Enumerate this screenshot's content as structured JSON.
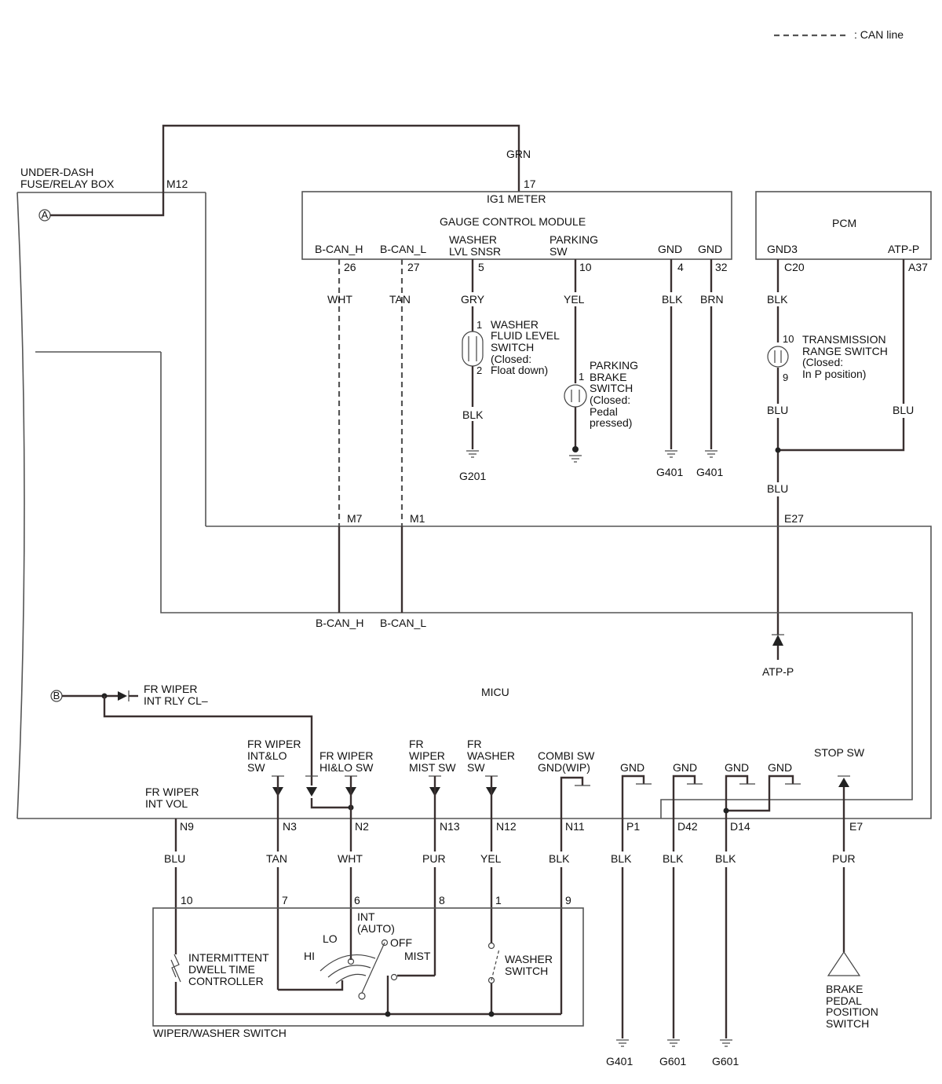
{
  "legend": {
    "can_line": ": CAN line"
  },
  "under_dash": {
    "line1": "UNDER-DASH",
    "line2": "FUSE/RELAY BOX",
    "conn": "M12",
    "terminal_a": "A",
    "terminal_b": "B"
  },
  "gauge": {
    "ig1_pin": "17",
    "ig1_wire": "GRN",
    "ig1_label": "IG1 METER",
    "title": "GAUGE CONTROL MODULE",
    "bcanh": "B-CAN_H",
    "bcanl": "B-CAN_L",
    "washer1": "WASHER",
    "washer2": "LVL SNSR",
    "park1": "PARKING",
    "park2": "SW",
    "gnd_a": "GND",
    "gnd_b": "GND",
    "pins": [
      "26",
      "27",
      "5",
      "10",
      "4",
      "32"
    ],
    "wires": [
      "WHT",
      "TAN",
      "GRY",
      "YEL",
      "BLK",
      "BRN"
    ]
  },
  "washer_fluid": {
    "pin1": "1",
    "pin2": "2",
    "l1": "WASHER",
    "l2": "FLUID LEVEL",
    "l3": "SWITCH",
    "l4": "(Closed:",
    "l5": "Float down)",
    "wire": "BLK",
    "ground": "G201"
  },
  "parking_brake": {
    "pin": "1",
    "l1": "PARKING",
    "l2": "BRAKE",
    "l3": "SWITCH",
    "l4": "(Closed:",
    "l5": "Pedal",
    "l6": "pressed)"
  },
  "gauge_grounds": [
    "G401",
    "G401"
  ],
  "pcm": {
    "title": "PCM",
    "gnd3": "GND3",
    "atpp": "ATP-P",
    "c20": "C20",
    "a37": "A37",
    "wire_blk": "BLK",
    "wire_blu1": "BLU",
    "wire_blu2": "BLU",
    "wire_blu3": "BLU"
  },
  "trs": {
    "pin10": "10",
    "pin9": "9",
    "l1": "TRANSMISSION",
    "l2": "RANGE SWITCH",
    "l3": "(Closed:",
    "l4": "In P position)"
  },
  "micu": {
    "title": "MICU",
    "m7": "M7",
    "m1": "M1",
    "e27": "E27",
    "bcanh": "B-CAN_H",
    "bcanl": "B-CAN_L",
    "atpp": "ATP-P",
    "relay1": "FR WIPER",
    "relay2": "INT RLY CL–",
    "sw_int1": "FR WIPER",
    "sw_int2": "INT&LO",
    "sw_int3": "SW",
    "sw_hi1": "FR WIPER",
    "sw_hi2": "HI&LO SW",
    "sw_mist1": "FR",
    "sw_mist2": "WIPER",
    "sw_mist3": "MIST SW",
    "sw_wash1": "FR",
    "sw_wash2": "WASHER",
    "sw_wash3": "SW",
    "combi1": "COMBI SW",
    "combi2": "GND(WIP)",
    "gnd": "GND",
    "stop": "STOP SW",
    "vol1": "FR WIPER",
    "vol2": "INT VOL"
  },
  "micu_pins": [
    "N9",
    "N3",
    "N2",
    "N13",
    "N12",
    "N11",
    "P1",
    "D42",
    "D14",
    "E7"
  ],
  "micu_wires": [
    "BLU",
    "TAN",
    "WHT",
    "PUR",
    "YEL",
    "BLK",
    "BLK",
    "BLK",
    "BLK",
    "PUR"
  ],
  "wiper_switch": {
    "pins": [
      "10",
      "7",
      "6",
      "8",
      "1",
      "9"
    ],
    "int1": "INT",
    "int2": "(AUTO)",
    "lo": "LO",
    "hi": "HI",
    "off": "OFF",
    "mist": "MIST",
    "ctrl1": "INTERMITTENT",
    "ctrl2": "DWELL TIME",
    "ctrl3": "CONTROLLER",
    "wash1": "WASHER",
    "wash2": "SWITCH",
    "title": "WIPER/WASHER SWITCH"
  },
  "bottom_grounds": [
    "G401",
    "G601",
    "G601"
  ],
  "brake_pos": {
    "l1": "BRAKE",
    "l2": "PEDAL",
    "l3": "POSITION",
    "l4": "SWITCH"
  }
}
